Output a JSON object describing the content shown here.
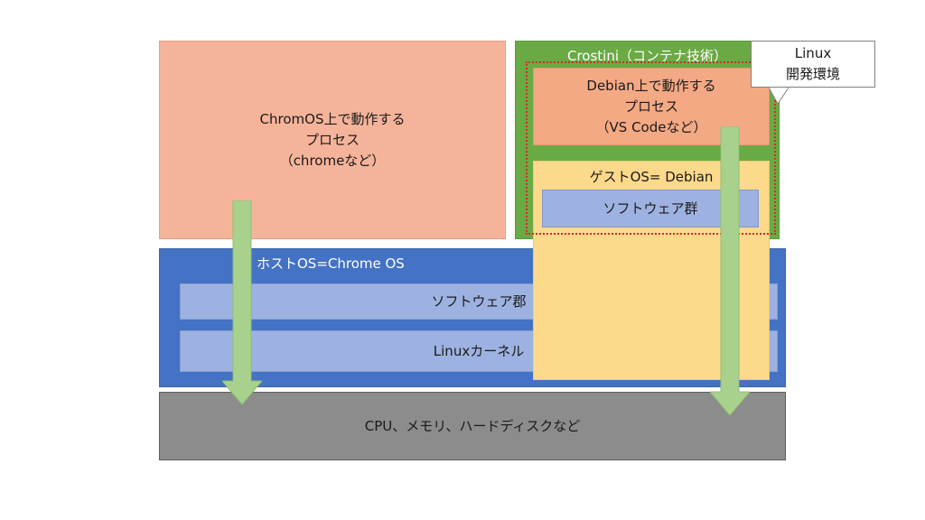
{
  "chromeos_process": {
    "lines": [
      "ChromOS上で動作する",
      "プロセス",
      "（chromeなど）"
    ]
  },
  "crostini": {
    "title": "Crostini（コンテナ技術）"
  },
  "debian_process": {
    "lines": [
      "Debian上で動作する",
      "プロセス",
      "（VS Codeなど）"
    ]
  },
  "guest_os": {
    "title": "ゲストOS= Debian",
    "software": "ソフトウェア群"
  },
  "host_os": {
    "title": "ホストOS=Chrome OS",
    "software": "ソフトウェア郡",
    "kernel": "Linuxカーネル"
  },
  "hardware": {
    "label": "CPU、メモリ、ハードディスクなど"
  },
  "callout": {
    "lines": [
      "Linux",
      "開発環境"
    ]
  },
  "colors": {
    "process_box": "#f5b49a",
    "crostini_green": "#6aaa44",
    "host_blue": "#4472c4",
    "software_layer": "#9db2e0",
    "guest_yellow": "#fdd98c",
    "hardware_gray": "#8c8c8c",
    "arrow_green": "#a9d18e",
    "boundary_red": "#d62a2a"
  }
}
